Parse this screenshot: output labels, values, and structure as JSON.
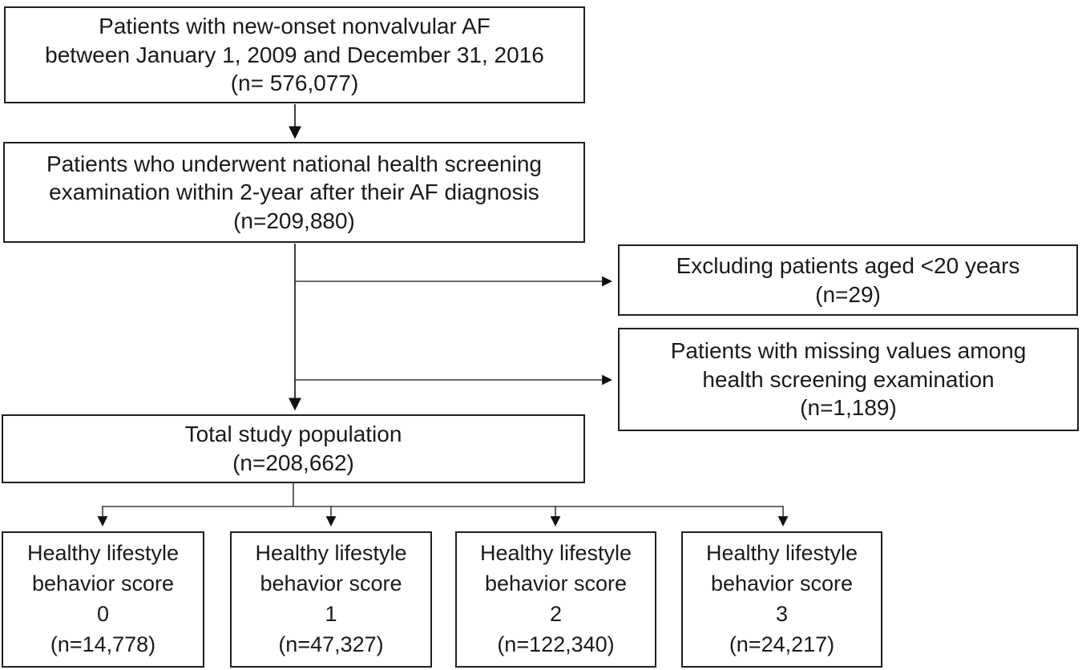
{
  "diagram": {
    "boxes": {
      "initial_cohort": {
        "lines": [
          "Patients with new-onset nonvalvular AF",
          "between January 1, 2009 and December 31, 2016",
          "(n= 576,077)"
        ]
      },
      "screening_cohort": {
        "lines": [
          "Patients who underwent national health screening",
          "examination within 2-year after their AF diagnosis",
          "(n=209,880)"
        ]
      },
      "exclusion_age": {
        "lines": [
          "Excluding patients aged <20 years",
          "(n=29)"
        ]
      },
      "exclusion_missing": {
        "lines": [
          "Patients with missing values among",
          "health screening examination",
          "(n=1,189)"
        ]
      },
      "total_population": {
        "lines": [
          "Total study population",
          "(n=208,662)"
        ]
      },
      "score_0": {
        "lines": [
          "Healthy lifestyle",
          "behavior score",
          "0",
          "(n=14,778)"
        ]
      },
      "score_1": {
        "lines": [
          "Healthy lifestyle",
          "behavior score",
          "1",
          "(n=47,327)"
        ]
      },
      "score_2": {
        "lines": [
          "Healthy lifestyle",
          "behavior score",
          "2",
          "(n=122,340)"
        ]
      },
      "score_3": {
        "lines": [
          "Healthy lifestyle",
          "behavior score",
          "3",
          "(n=24,217)"
        ]
      }
    },
    "colors": {
      "background": "#ffffff",
      "box_border": "#1f1f1f",
      "text": "#1a1a1a",
      "connector_line": "#3d3d3d",
      "arrowhead": "#111111"
    }
  }
}
